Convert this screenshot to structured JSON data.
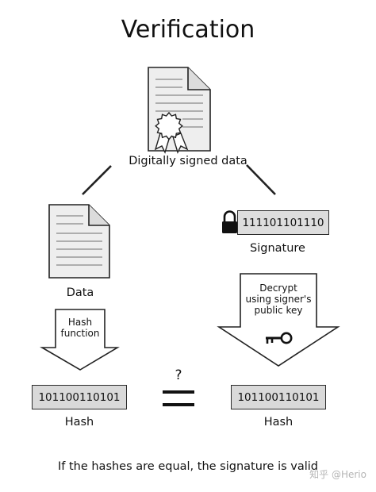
{
  "title": "Verification",
  "signed_data_label": "Digitally signed data",
  "data_label": "Data",
  "signature_value": "111101101110",
  "signature_label": "Signature",
  "hash_function_label": "Hash\nfunction",
  "decrypt_label": "Decrypt\nusing signer's\npublic key",
  "left_hash_value": "101100110101",
  "right_hash_value": "101100110101",
  "left_hash_label": "Hash",
  "right_hash_label": "Hash",
  "compare_symbol": "?",
  "footer": "If the hashes are equal, the signature is valid",
  "watermark": "知乎 @Herio",
  "icons": [
    "signed-document-icon",
    "document-icon",
    "lock-icon",
    "key-icon",
    "equals-icon"
  ]
}
